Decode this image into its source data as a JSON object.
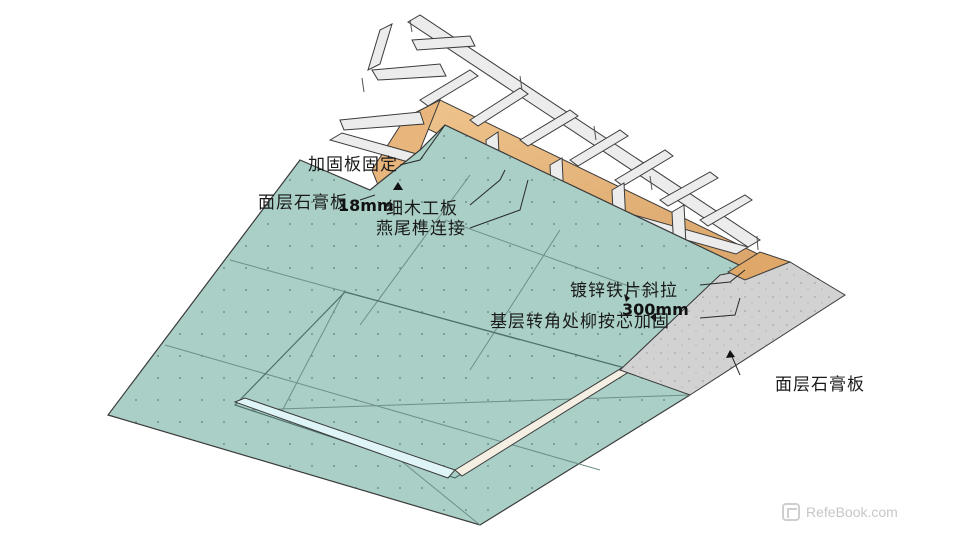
{
  "labels": {
    "reinforce_board": "加固板固定",
    "face_gypsum_left": "面层石膏板",
    "dimension_left": "18mm",
    "wood_board": "细木工板",
    "dovetail": "燕尾榫连接",
    "galvanized_strap": "镀锌铁片斜拉",
    "dimension_right": "300mm",
    "base_corner": "基层转角处柳按芯加固",
    "face_gypsum_right": "面层石膏板"
  },
  "watermark": {
    "text": "RefeBook.com",
    "logo_icon": "refebook-logo-icon"
  },
  "colors": {
    "board_face": "#a9cfc6",
    "board_seam": "#6f8f89",
    "gypsum_grey": "#cfcfcf",
    "plywood": "#e4b27a",
    "keel_metal": "#e6e6e6",
    "outline": "#3a3a3a",
    "light_slot": "#dff4f6"
  }
}
